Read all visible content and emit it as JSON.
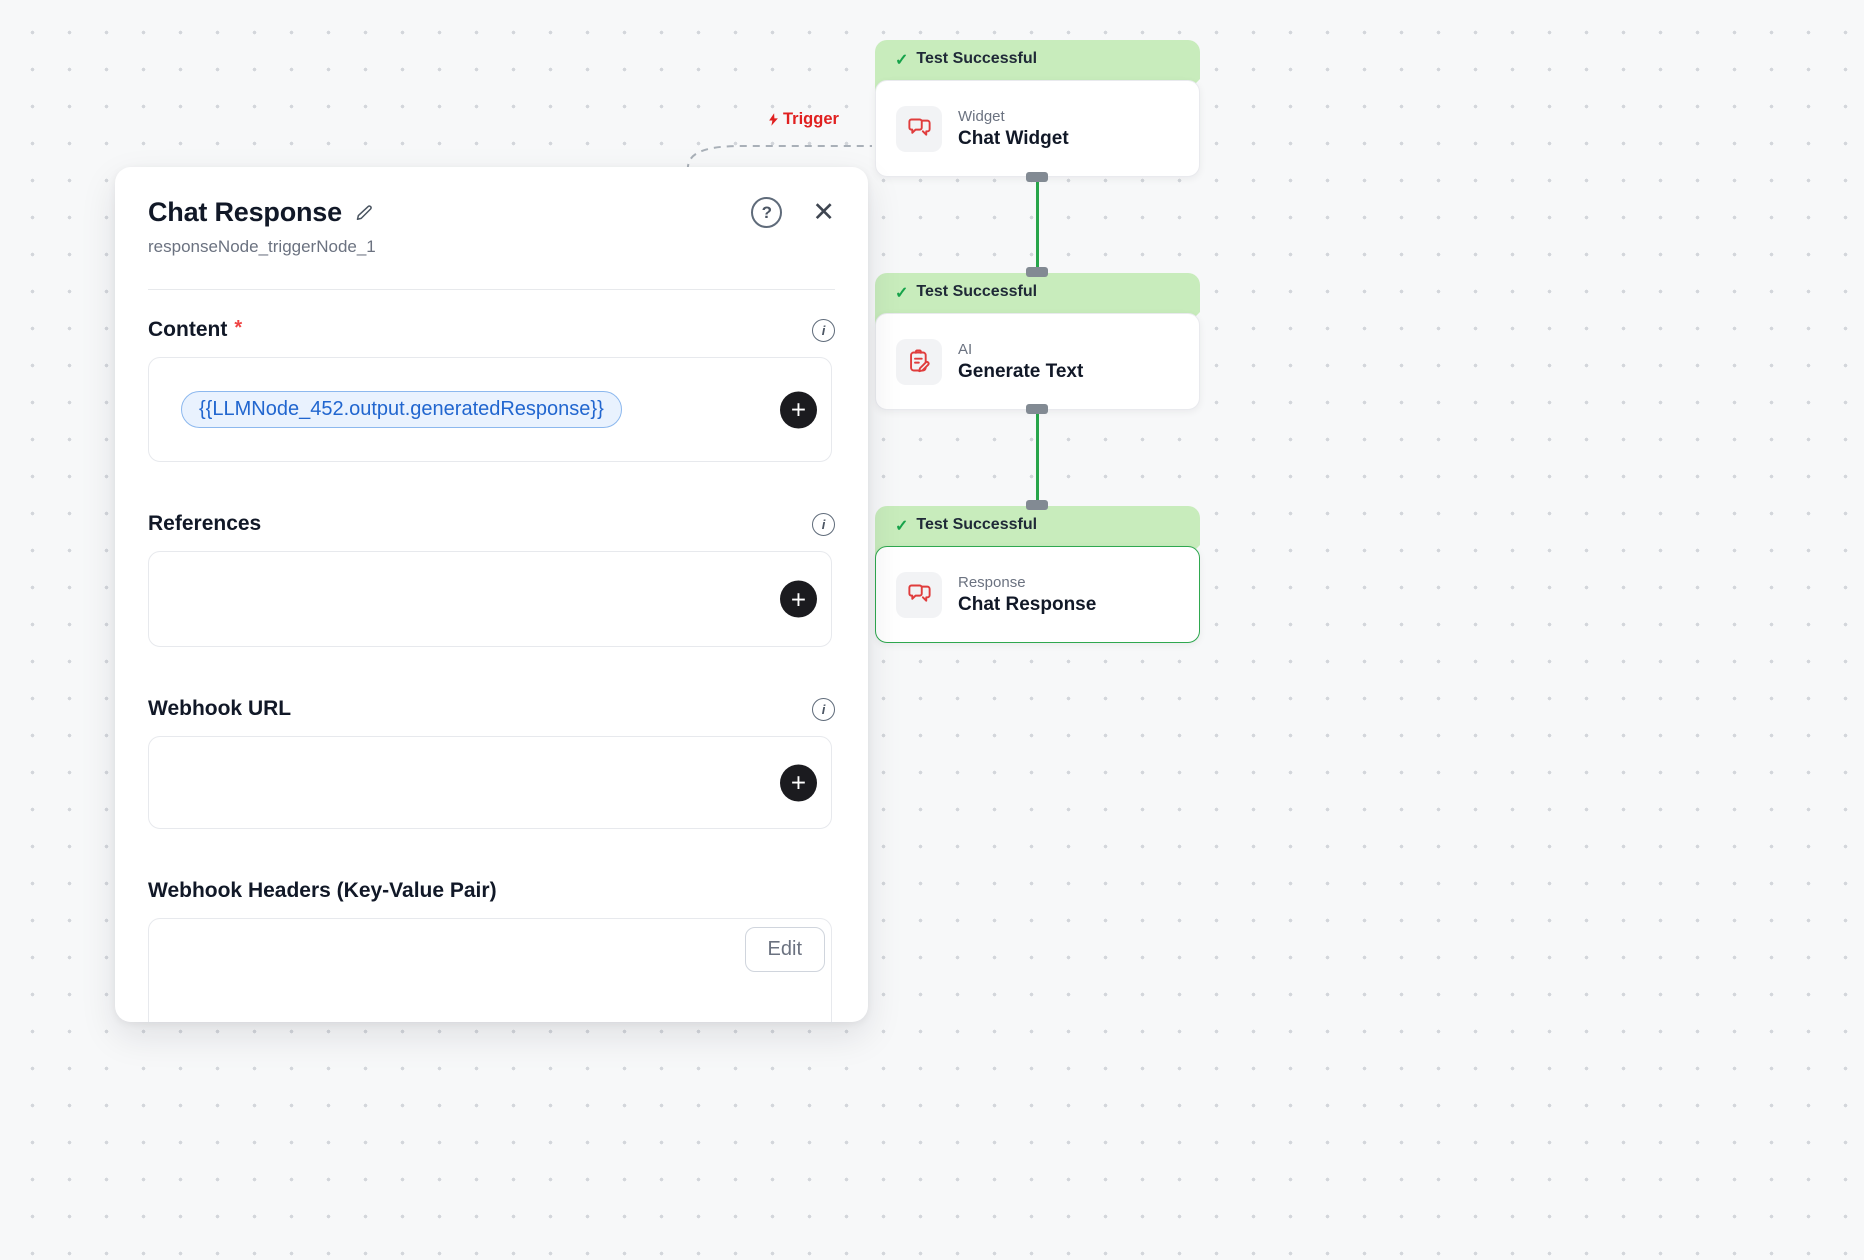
{
  "canvas": {
    "trigger_label": "Trigger"
  },
  "icons": {
    "help": "?",
    "close": "✕",
    "info": "i",
    "plus": "+",
    "check": "✓"
  },
  "panel": {
    "title": "Chat Response",
    "node_id": "responseNode_triggerNode_1",
    "sections": {
      "content": {
        "label": "Content",
        "required_mark": "*",
        "token_value": "{{LLMNode_452.output.generatedResponse}}"
      },
      "references": {
        "label": "References"
      },
      "webhook_url": {
        "label": "Webhook URL"
      },
      "webhook_headers": {
        "label": "Webhook Headers (Key-Value Pair)",
        "edit_button": "Edit"
      }
    }
  },
  "nodes": [
    {
      "status": "Test Successful",
      "category": "Widget",
      "title": "Chat Widget"
    },
    {
      "status": "Test Successful",
      "category": "AI",
      "title": "Generate Text"
    },
    {
      "status": "Test Successful",
      "category": "Response",
      "title": "Chat Response"
    }
  ],
  "colors": {
    "status_banner_green": "#c8ecbc",
    "node_icon_red": "#e03c3c",
    "token_blue": "#2166cf",
    "connector_green": "#27a54a",
    "trigger_red": "#e02020"
  }
}
